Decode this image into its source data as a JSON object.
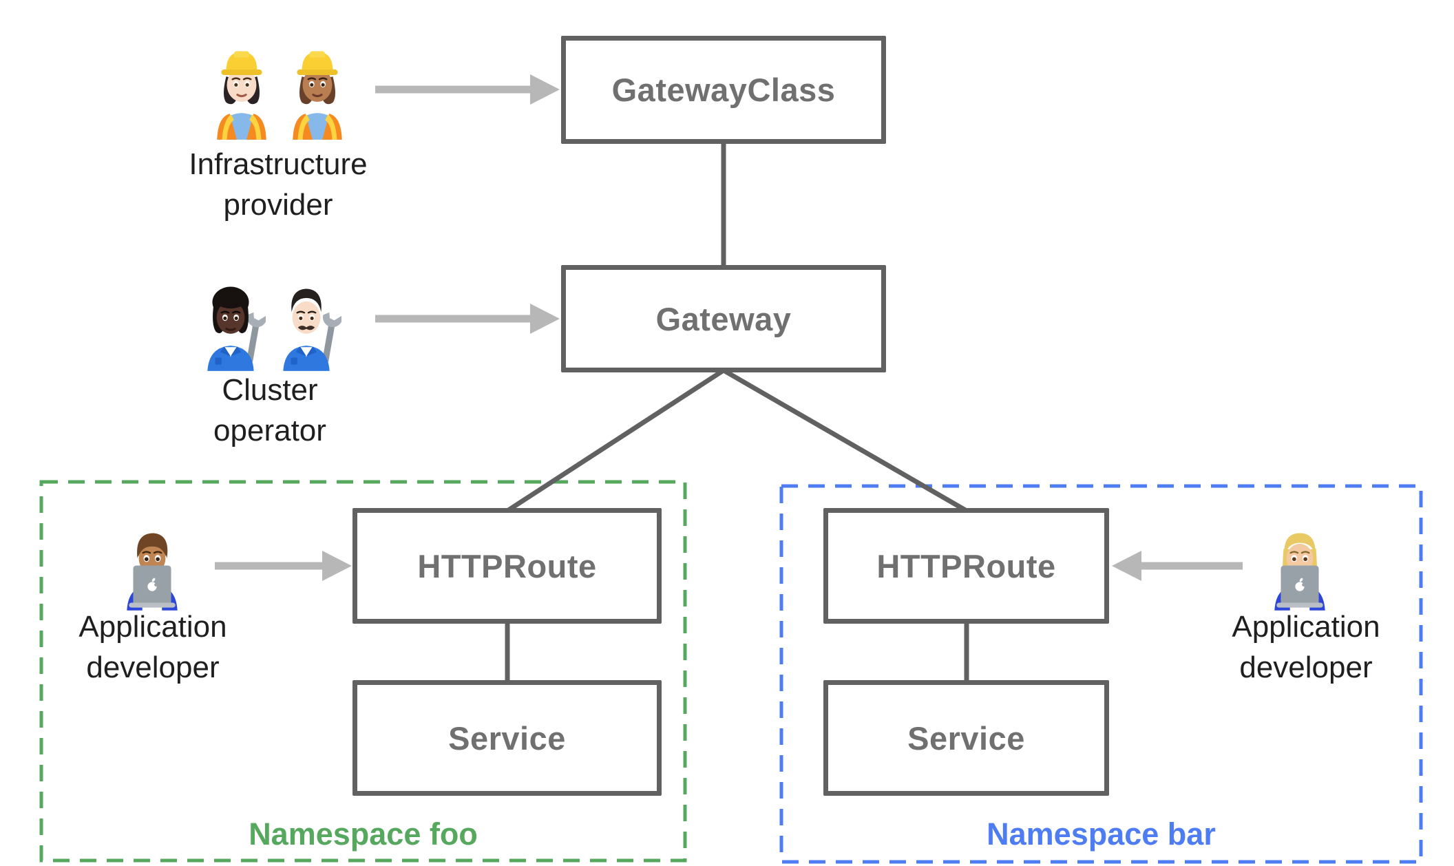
{
  "colors": {
    "background": "#ffffff",
    "box_border": "#616161",
    "box_label": "#707070",
    "connector": "#616161",
    "arrow": "#b7b7b7",
    "namespace_foo": "#57a85f",
    "namespace_bar": "#4e7cf2",
    "persona_label": "#1f1f1f"
  },
  "nodes": {
    "gateway_class": {
      "label": "GatewayClass"
    },
    "gateway": {
      "label": "Gateway"
    },
    "httproute_foo": {
      "label": "HTTPRoute"
    },
    "service_foo": {
      "label": "Service"
    },
    "httproute_bar": {
      "label": "HTTPRoute"
    },
    "service_bar": {
      "label": "Service"
    }
  },
  "namespaces": {
    "foo": {
      "label": "Namespace foo"
    },
    "bar": {
      "label": "Namespace bar"
    }
  },
  "personas": {
    "infrastructure_provider": {
      "label": "Infrastructure provider",
      "icons": [
        "woman-construction-worker-light",
        "woman-construction-worker-medium"
      ],
      "emoji": [
        "👷🏻‍♀️",
        "👷🏽‍♀️"
      ]
    },
    "cluster_operator": {
      "label": "Cluster operator",
      "icons": [
        "person-mechanic-dark",
        "man-mechanic-light"
      ],
      "emoji": [
        "🧑🏿‍🔧",
        "👨🏻‍🔧"
      ]
    },
    "application_developer_foo": {
      "label": "Application developer",
      "icons": [
        "man-technologist-medium"
      ],
      "emoji": [
        "👨🏽‍💻"
      ]
    },
    "application_developer_bar": {
      "label": "Application developer",
      "icons": [
        "woman-technologist-medium-light"
      ],
      "emoji": [
        "👩🏼‍💻"
      ]
    }
  }
}
